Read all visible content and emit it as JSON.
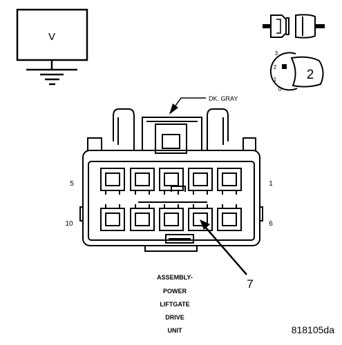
{
  "voltmeter": {
    "label": "V"
  },
  "ignition_switch": {
    "positions": [
      "3",
      "2",
      "1",
      "0"
    ],
    "selected": "2"
  },
  "connector": {
    "color_callout": "DK. GRAY",
    "pin_labels": {
      "top_left": "5",
      "top_right": "1",
      "bottom_left": "10",
      "bottom_right": "6"
    },
    "probe_pin": "7"
  },
  "caption": {
    "lines": [
      "ASSEMBLY-",
      "POWER",
      "LIFTGATE",
      "DRIVE",
      "UNIT"
    ]
  },
  "figure_id": "818105da"
}
